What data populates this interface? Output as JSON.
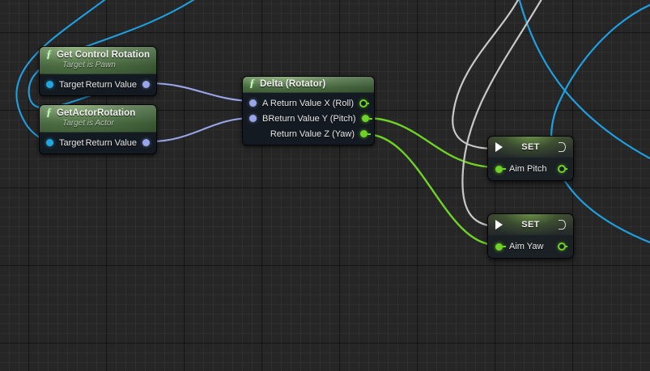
{
  "app": {
    "name": "Unreal Engine Blueprint Graph",
    "canvas_background": "#262626",
    "grid_minor_color": "#2e2e2e",
    "grid_major_color": "#141414"
  },
  "colors": {
    "exec_wire": "#c8c8c8",
    "float_wire": "#6fd326",
    "rotator_wire": "#9aa6ea",
    "object_wire": "#1f9fe0",
    "node_header_green": "#4e7044",
    "node_body": "#141a21",
    "set_node_body": "#1b2024"
  },
  "nodes": [
    {
      "id": "get-control-rotation",
      "type": "function-call",
      "icon": "function-icon",
      "title": "Get Control Rotation",
      "subtitle": "Target is Pawn",
      "inputs": [
        {
          "label": "Target",
          "pin": "object",
          "connected": true
        }
      ],
      "outputs": [
        {
          "label": "Return Value",
          "pin": "rotator",
          "connected": true
        }
      ]
    },
    {
      "id": "get-actor-rotation",
      "type": "function-call",
      "icon": "function-icon",
      "title": "GetActorRotation",
      "subtitle": "Target is Actor",
      "inputs": [
        {
          "label": "Target",
          "pin": "object",
          "connected": true
        }
      ],
      "outputs": [
        {
          "label": "Return Value",
          "pin": "rotator",
          "connected": true
        }
      ]
    },
    {
      "id": "delta-rotator",
      "type": "function-call",
      "icon": "function-icon",
      "title": "Delta (Rotator)",
      "subtitle": "",
      "inputs": [
        {
          "label": "A",
          "pin": "rotator",
          "connected": true
        },
        {
          "label": "B",
          "pin": "rotator",
          "connected": true
        }
      ],
      "outputs": [
        {
          "label": "Return Value X (Roll)",
          "pin": "float",
          "connected": false
        },
        {
          "label": "Return Value Y (Pitch)",
          "pin": "float",
          "connected": true
        },
        {
          "label": "Return Value Z (Yaw)",
          "pin": "float",
          "connected": true
        }
      ]
    },
    {
      "id": "set-aim-pitch",
      "type": "set-variable",
      "title": "SET",
      "variable": "Aim Pitch",
      "exec_in": true,
      "exec_out": true
    },
    {
      "id": "set-aim-yaw",
      "type": "set-variable",
      "title": "SET",
      "variable": "Aim Yaw",
      "exec_in": true,
      "exec_out": true
    }
  ]
}
